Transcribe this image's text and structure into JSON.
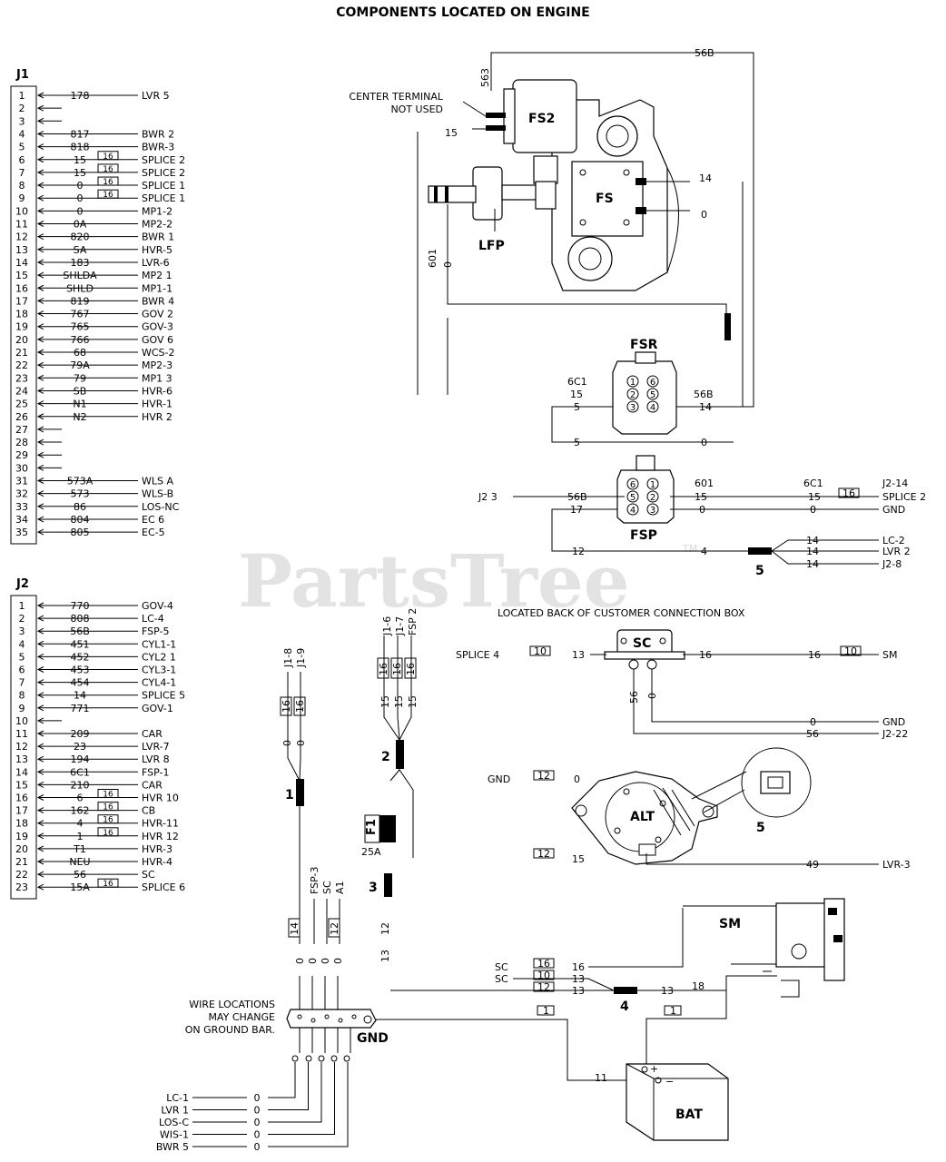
{
  "title": "COMPONENTS LOCATED ON ENGINE",
  "watermark": "PartsTree",
  "watermark_tm": "TM",
  "j1": {
    "label": "J1",
    "rows": [
      {
        "pin": "1",
        "wire": "178",
        "dest": "LVR 5",
        "sp": ""
      },
      {
        "pin": "2",
        "wire": "",
        "dest": "",
        "sp": ""
      },
      {
        "pin": "3",
        "wire": "",
        "dest": "",
        "sp": ""
      },
      {
        "pin": "4",
        "wire": "817",
        "dest": "BWR 2",
        "sp": ""
      },
      {
        "pin": "5",
        "wire": "818",
        "dest": "BWR-3",
        "sp": ""
      },
      {
        "pin": "6",
        "wire": "15",
        "dest": "SPLICE 2",
        "sp": "16"
      },
      {
        "pin": "7",
        "wire": "15",
        "dest": "SPLICE 2",
        "sp": "16"
      },
      {
        "pin": "8",
        "wire": "0",
        "dest": "SPLICE 1",
        "sp": "16"
      },
      {
        "pin": "9",
        "wire": "0",
        "dest": "SPLICE 1",
        "sp": "16"
      },
      {
        "pin": "10",
        "wire": "0",
        "dest": "MP1-2",
        "sp": ""
      },
      {
        "pin": "11",
        "wire": "0A",
        "dest": "MP2-2",
        "sp": ""
      },
      {
        "pin": "12",
        "wire": "820",
        "dest": "BWR 1",
        "sp": ""
      },
      {
        "pin": "13",
        "wire": "SA",
        "dest": "HVR-5",
        "sp": ""
      },
      {
        "pin": "14",
        "wire": "183",
        "dest": "LVR-6",
        "sp": ""
      },
      {
        "pin": "15",
        "wire": "SHLDA",
        "dest": "MP2 1",
        "sp": ""
      },
      {
        "pin": "16",
        "wire": "SHLD",
        "dest": "MP1-1",
        "sp": ""
      },
      {
        "pin": "17",
        "wire": "819",
        "dest": "BWR 4",
        "sp": ""
      },
      {
        "pin": "18",
        "wire": "767",
        "dest": "GOV 2",
        "sp": ""
      },
      {
        "pin": "19",
        "wire": "765",
        "dest": "GOV-3",
        "sp": ""
      },
      {
        "pin": "20",
        "wire": "766",
        "dest": "GOV 6",
        "sp": ""
      },
      {
        "pin": "21",
        "wire": "68",
        "dest": "WCS-2",
        "sp": ""
      },
      {
        "pin": "22",
        "wire": "79A",
        "dest": "MP2-3",
        "sp": ""
      },
      {
        "pin": "23",
        "wire": "79",
        "dest": "MP1 3",
        "sp": ""
      },
      {
        "pin": "24",
        "wire": "SB",
        "dest": "HVR-6",
        "sp": ""
      },
      {
        "pin": "25",
        "wire": "N1",
        "dest": "HVR-1",
        "sp": ""
      },
      {
        "pin": "26",
        "wire": "N2",
        "dest": "HVR 2",
        "sp": ""
      },
      {
        "pin": "27",
        "wire": "",
        "dest": "",
        "sp": ""
      },
      {
        "pin": "28",
        "wire": "",
        "dest": "",
        "sp": ""
      },
      {
        "pin": "29",
        "wire": "",
        "dest": "",
        "sp": ""
      },
      {
        "pin": "30",
        "wire": "",
        "dest": "",
        "sp": ""
      },
      {
        "pin": "31",
        "wire": "573A",
        "dest": "WLS A",
        "sp": ""
      },
      {
        "pin": "32",
        "wire": "573",
        "dest": "WLS-B",
        "sp": ""
      },
      {
        "pin": "33",
        "wire": "86",
        "dest": "LOS-NC",
        "sp": ""
      },
      {
        "pin": "34",
        "wire": "804",
        "dest": "EC 6",
        "sp": ""
      },
      {
        "pin": "35",
        "wire": "805",
        "dest": "EC-5",
        "sp": ""
      }
    ]
  },
  "j2": {
    "label": "J2",
    "rows": [
      {
        "pin": "1",
        "wire": "770",
        "dest": "GOV-4",
        "sp": ""
      },
      {
        "pin": "2",
        "wire": "808",
        "dest": "LC-4",
        "sp": ""
      },
      {
        "pin": "3",
        "wire": "56B",
        "dest": "FSP-5",
        "sp": ""
      },
      {
        "pin": "4",
        "wire": "451",
        "dest": "CYL1-1",
        "sp": ""
      },
      {
        "pin": "5",
        "wire": "452",
        "dest": "CYL2 1",
        "sp": ""
      },
      {
        "pin": "6",
        "wire": "453",
        "dest": "CYL3-1",
        "sp": ""
      },
      {
        "pin": "7",
        "wire": "454",
        "dest": "CYL4-1",
        "sp": ""
      },
      {
        "pin": "8",
        "wire": "14",
        "dest": "SPLICE 5",
        "sp": ""
      },
      {
        "pin": "9",
        "wire": "771",
        "dest": "GOV-1",
        "sp": ""
      },
      {
        "pin": "10",
        "wire": "",
        "dest": "",
        "sp": ""
      },
      {
        "pin": "11",
        "wire": "209",
        "dest": "CAR",
        "sp": ""
      },
      {
        "pin": "12",
        "wire": "23",
        "dest": "LVR-7",
        "sp": ""
      },
      {
        "pin": "13",
        "wire": "194",
        "dest": "LVR 8",
        "sp": ""
      },
      {
        "pin": "14",
        "wire": "6C1",
        "dest": "FSP-1",
        "sp": ""
      },
      {
        "pin": "15",
        "wire": "210",
        "dest": "CAR",
        "sp": ""
      },
      {
        "pin": "16",
        "wire": "6",
        "dest": "HVR 10",
        "sp": "16"
      },
      {
        "pin": "17",
        "wire": "162",
        "dest": "CB",
        "sp": "16"
      },
      {
        "pin": "18",
        "wire": "4",
        "dest": "HVR-11",
        "sp": "16"
      },
      {
        "pin": "19",
        "wire": "1",
        "dest": "HVR 12",
        "sp": "16"
      },
      {
        "pin": "20",
        "wire": "T1",
        "dest": "HVR-3",
        "sp": ""
      },
      {
        "pin": "21",
        "wire": "NEU",
        "dest": "HVR-4",
        "sp": ""
      },
      {
        "pin": "22",
        "wire": "56",
        "dest": "SC",
        "sp": ""
      },
      {
        "pin": "23",
        "wire": "15A",
        "dest": "SPLICE 6",
        "sp": "16"
      }
    ]
  },
  "engine": {
    "fs2": "FS2",
    "fs": "FS",
    "lfp": "LFP",
    "center_terminal": "CENTER TERMINAL",
    "not_used": "NOT USED",
    "w56b_top": "56B",
    "w563": "563",
    "w15": "15",
    "w14": "14",
    "w0": "0",
    "w601": "601",
    "w0b": "0"
  },
  "fsr": {
    "label": "FSR",
    "pins": [
      "1",
      "6",
      "2",
      "5",
      "3",
      "4"
    ],
    "w601": "6C1",
    "w15": "15",
    "w5": "5",
    "w56b": "56B",
    "w14": "14",
    "w5b": "5",
    "w0": "0"
  },
  "fsp": {
    "label": "FSP",
    "pins": [
      "6",
      "1",
      "5",
      "2",
      "4",
      "3"
    ],
    "j23": "J2 3",
    "w56b": "56B",
    "w601a": "601",
    "w15a": "15",
    "w0a": "0",
    "w17": "17",
    "w601b": "6C1",
    "w15b": "15",
    "sp16": "16",
    "splice2": "SPLICE 2",
    "j214": "J2-14",
    "w0b": "0",
    "gnd": "GND",
    "w12": "12",
    "w4": "4",
    "w14a": "14",
    "w14b": "14",
    "w14c": "14",
    "lc2": "LC-2",
    "lvr2": "LVR 2",
    "j28": "J2-8",
    "num5": "5"
  },
  "sc": {
    "label": "SC",
    "located": "LOCATED BACK OF CUSTOMER CONNECTION BOX",
    "splice4": "SPLICE 4",
    "sp10": "10",
    "w13": "13",
    "w16a": "16",
    "w16b": "16",
    "sp10b": "10",
    "sm": "SM",
    "w56": "56",
    "w0": "0",
    "w0b": "0",
    "gnd": "GND",
    "w56b": "56",
    "j222": "J2-22"
  },
  "alt": {
    "label": "ALT",
    "gnd": "GND",
    "sp12a": "12",
    "w0": "0",
    "sp12b": "12",
    "w15": "15",
    "w49": "49",
    "lvr3": "LVR-3",
    "num5": "5"
  },
  "middle": {
    "j18": "J1-8",
    "j19": "J1-9",
    "sp16a": "16",
    "sp16b": "16",
    "w0a": "0",
    "w0b": "0",
    "j16": "J1-6",
    "j17": "J1-7",
    "fsp2": "FSP 2",
    "sp16c": "16",
    "sp16d": "16",
    "sp16e": "16",
    "w15a": "15",
    "w15b": "15",
    "w15c": "15",
    "num1": "1",
    "num2": "2",
    "num3": "3",
    "f1": "F1",
    "amp": "25A",
    "fsp3": "FSP-3",
    "sc": "SC",
    "a1": "A1",
    "sp14": "14",
    "sp12a": "12",
    "sp12b": "12",
    "w13": "13",
    "w0c": "0",
    "w0d": "0",
    "w0e": "0",
    "w0f": "0"
  },
  "ground": {
    "note1": "WIRE LOCATIONS",
    "note2": "MAY CHANGE",
    "note3": "ON GROUND BAR.",
    "label": "GND",
    "rows": [
      {
        "dest": "LC-1",
        "wire": "0"
      },
      {
        "dest": "LVR 1",
        "wire": "0"
      },
      {
        "dest": "LOS-C",
        "wire": "0"
      },
      {
        "dest": "WIS-1",
        "wire": "0"
      },
      {
        "dest": "BWR 5",
        "wire": "0"
      }
    ]
  },
  "starter": {
    "sm": "SM",
    "bat": "BAT",
    "plus": "+",
    "minus": "−",
    "sc1": "SC",
    "sp16": "16",
    "w16": "16",
    "sc2": "SC",
    "sp10": "10",
    "w13a": "13",
    "sp12": "12",
    "w13b": "13",
    "num4": "4",
    "w13c": "13",
    "w18": "18",
    "sp1a": "1",
    "sp1b": "1",
    "w11": "11"
  }
}
